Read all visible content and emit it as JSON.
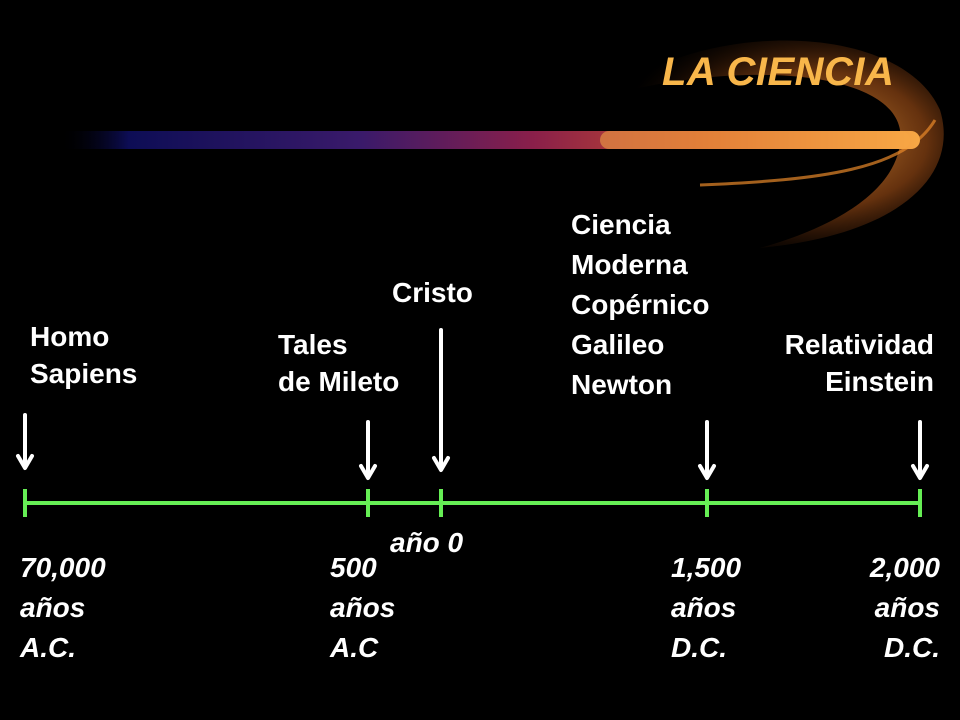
{
  "title": "LA CIENCIA",
  "colors": {
    "background": "#000000",
    "timeline": "#66ee55",
    "title": "#f8b64a",
    "text": "#ffffff"
  },
  "events": [
    {
      "lines": [
        "Homo",
        "Sapiens"
      ]
    },
    {
      "lines": [
        "Tales",
        "de Mileto"
      ]
    },
    {
      "lines": [
        "Cristo"
      ]
    },
    {
      "lines": [
        "Ciencia",
        "Moderna",
        "Copérnico",
        "Galileo",
        "Newton"
      ]
    },
    {
      "lines": [
        "Relatividad",
        "Einstein"
      ]
    }
  ],
  "year_zero_label": "año 0",
  "dates": [
    {
      "lines": [
        "70,000",
        "años",
        "A.C."
      ]
    },
    {
      "lines": [
        "500",
        "años",
        "A.C"
      ]
    },
    {
      "lines": [
        "1,500",
        "años",
        "D.C."
      ]
    },
    {
      "lines": [
        "2,000",
        "años",
        "D.C."
      ]
    }
  ]
}
